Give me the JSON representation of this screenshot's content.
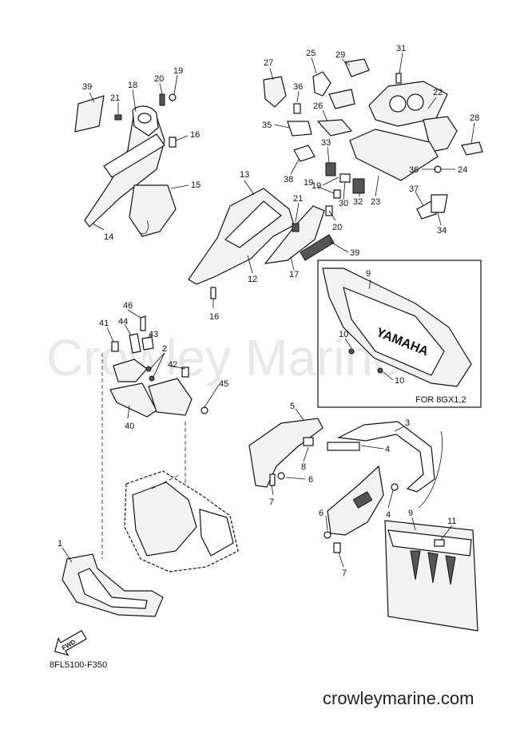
{
  "watermark": "Crowley Marine",
  "inset_label": "FOR 8GX1,2",
  "diagram_code": "8FL5100-F350",
  "direction_badge": "FWD",
  "site": "crowleymarine.com",
  "callouts": {
    "c1": "1",
    "c2": "2",
    "c3": "3",
    "c4a": "4",
    "c4b": "4",
    "c5": "5",
    "c6a": "6",
    "c6b": "6",
    "c7a": "7",
    "c7b": "7",
    "c8": "8",
    "c9a": "9",
    "c9b": "9",
    "c10a": "10",
    "c10b": "10",
    "c11": "11",
    "c12": "12",
    "c13": "13",
    "c14": "14",
    "c15": "15",
    "c16a": "16",
    "c16b": "16",
    "c17": "17",
    "c18": "18",
    "c19a": "19",
    "c19b": "19",
    "c20a": "20",
    "c20b": "20",
    "c21a": "21",
    "c21b": "21",
    "c22": "22",
    "c23": "23",
    "c24": "24",
    "c25": "25",
    "c26": "26",
    "c27": "27",
    "c28": "28",
    "c29": "29",
    "c30": "30",
    "c31": "31",
    "c32": "32",
    "c33": "33",
    "c34": "34",
    "c35": "35",
    "c36a": "36",
    "c36b": "36",
    "c37": "37",
    "c38": "38",
    "c39a": "39",
    "c39b": "39",
    "c40": "40",
    "c41": "41",
    "c42": "42",
    "c43": "43",
    "c44": "44",
    "c45": "45",
    "c46": "46"
  }
}
